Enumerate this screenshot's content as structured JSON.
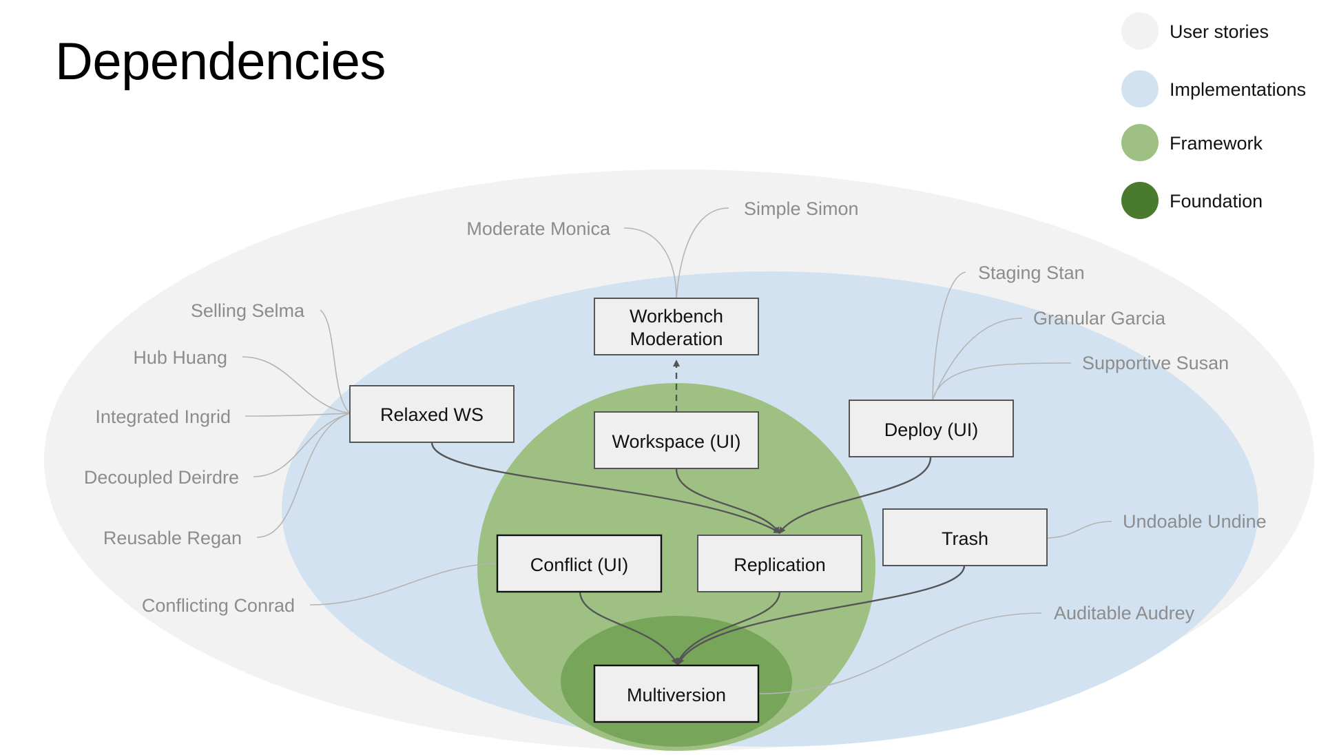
{
  "title": "Dependencies",
  "colors": {
    "user_stories": "#f2f2f2",
    "implementations": "#d3e2f0",
    "framework": "#9ec183",
    "foundation": "#77a55a",
    "legend_foundation": "#4a7a2e",
    "box_fill": "#efefef",
    "box_stroke": "#555555",
    "arrow": "#555555",
    "connector": "#b4b4b4",
    "persona_text": "#8c8c8c"
  },
  "legend": [
    {
      "label": "User stories",
      "color": "#f2f2f2"
    },
    {
      "label": "Implementations",
      "color": "#d3e2f0"
    },
    {
      "label": "Framework",
      "color": "#9ec183"
    },
    {
      "label": "Foundation",
      "color": "#4a7a2e"
    }
  ],
  "nodes": {
    "workbench_moderation": [
      "Workbench",
      "Moderation"
    ],
    "relaxed_ws": "Relaxed WS",
    "workspace_ui": "Workspace (UI)",
    "deploy_ui": "Deploy (UI)",
    "trash": "Trash",
    "conflict_ui": "Conflict (UI)",
    "replication": "Replication",
    "multiversion": "Multiversion"
  },
  "personas": {
    "moderate_monica": "Moderate Monica",
    "simple_simon": "Simple Simon",
    "staging_stan": "Staging Stan",
    "granular_garcia": "Granular Garcia",
    "supportive_susan": "Supportive Susan",
    "selling_selma": "Selling Selma",
    "hub_huang": "Hub Huang",
    "integrated_ingrid": "Integrated Ingrid",
    "decoupled_deirdre": "Decoupled Deirdre",
    "reusable_regan": "Reusable Regan",
    "conflicting_conrad": "Conflicting Conrad",
    "undoable_undine": "Undoable Undine",
    "auditable_audrey": "Auditable Audrey"
  }
}
